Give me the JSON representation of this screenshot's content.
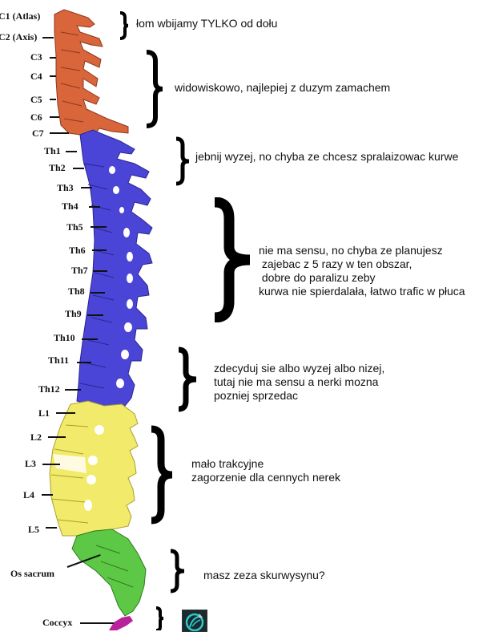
{
  "diagram": {
    "subject": "Human spine, lateral view",
    "colors": {
      "cervical": "#d9653b",
      "thoracic": "#4a45d6",
      "lumbar": "#f2ea6a",
      "sacrum": "#5cc845",
      "coccyx": "#b8239c"
    },
    "vertebra_labels": [
      {
        "id": "c1",
        "text": "C1 (Atlas)"
      },
      {
        "id": "c2",
        "text": "C2 (Axis)"
      },
      {
        "id": "c3",
        "text": "C3"
      },
      {
        "id": "c4",
        "text": "C4"
      },
      {
        "id": "c5",
        "text": "C5"
      },
      {
        "id": "c6",
        "text": "C6"
      },
      {
        "id": "c7",
        "text": "C7"
      },
      {
        "id": "th1",
        "text": "Th1"
      },
      {
        "id": "th2",
        "text": "Th2"
      },
      {
        "id": "th3",
        "text": "Th3"
      },
      {
        "id": "th4",
        "text": "Th4"
      },
      {
        "id": "th5",
        "text": "Th5"
      },
      {
        "id": "th6",
        "text": "Th6"
      },
      {
        "id": "th7",
        "text": "Th7"
      },
      {
        "id": "th8",
        "text": "Th8"
      },
      {
        "id": "th9",
        "text": "Th9"
      },
      {
        "id": "th10",
        "text": "Th10"
      },
      {
        "id": "th11",
        "text": "Th11"
      },
      {
        "id": "th12",
        "text": "Th12"
      },
      {
        "id": "l1",
        "text": "L1"
      },
      {
        "id": "l2",
        "text": "L2"
      },
      {
        "id": "l3",
        "text": "L3"
      },
      {
        "id": "l4",
        "text": "L4"
      },
      {
        "id": "l5",
        "text": "L5"
      },
      {
        "id": "sacrum",
        "text": "Os sacrum"
      },
      {
        "id": "coccyx",
        "text": "Coccyx"
      }
    ],
    "annotations": [
      {
        "id": "a1",
        "text": "łom wbijamy TYLKO od dołu"
      },
      {
        "id": "a2",
        "text": "widowiskowo, najlepiej z duzym zamachem"
      },
      {
        "id": "a3",
        "text": "jebnij wyzej, no chyba ze chcesz spralaizowac kurwe"
      },
      {
        "id": "a4",
        "text": "nie ma sensu, no chyba ze planujesz\n zajebac z 5 razy w ten obszar,\n dobre do paralizu zeby\nkurwa nie spierdalała, łatwo trafic w płuca"
      },
      {
        "id": "a5",
        "text": "zdecyduj sie albo wyzej albo nizej,\ntutaj nie ma sensu a nerki mozna\npozniej sprzedac"
      },
      {
        "id": "a6",
        "text": "mało trakcyjne\nzagorzenie dla cennych nerek"
      },
      {
        "id": "a7",
        "text": "masz zeza skurwysynu?"
      }
    ],
    "coccyx_icon": "game-ability-icon"
  }
}
